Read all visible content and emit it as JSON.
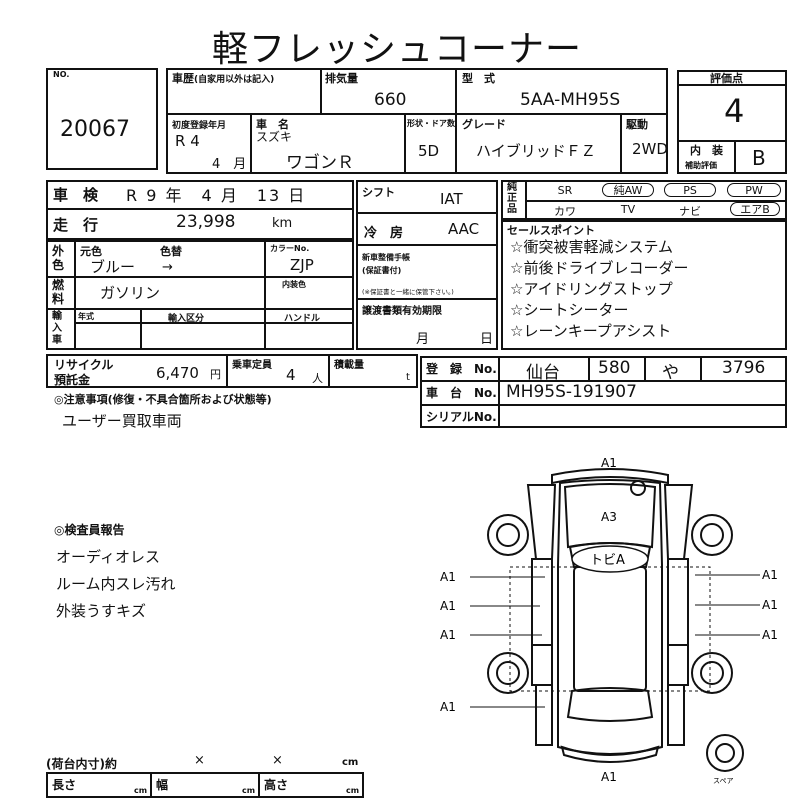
{
  "title": "軽フレッシュコーナー",
  "lot": {
    "label": "NO.",
    "number": "20067"
  },
  "history": {
    "label": "車歴",
    "sub": "(自家用以外は記入)"
  },
  "displacement": {
    "label": "排気量",
    "value": "660"
  },
  "model": {
    "label": "型　式",
    "value": "5AA-MH95S"
  },
  "rating": {
    "label": "評価点",
    "value": "4",
    "interior_label": "内　装",
    "interior_sub": "補助評価",
    "interior_value": "B"
  },
  "first_reg": {
    "label": "初度登録年月",
    "year": "R 4",
    "month": "4",
    "month_unit": "月"
  },
  "car_name": {
    "label": "車　名",
    "maker": "スズキ",
    "name": "ワゴンＲ"
  },
  "doors": {
    "label": "形状・ドア数",
    "value": "5D"
  },
  "grade": {
    "label": "グレード",
    "value": "ハイブリッドＦＺ"
  },
  "drive": {
    "label": "駆動",
    "value": "2WD"
  },
  "inspection": {
    "label": "車　検",
    "era": "R",
    "year": "9",
    "year_unit": "年",
    "month": "4",
    "month_unit": "月",
    "day": "13",
    "day_unit": "日"
  },
  "mileage": {
    "label": "走　行",
    "value": "23,998",
    "unit": "km"
  },
  "color": {
    "side_label": "外色",
    "orig_label": "元色",
    "change_label": "色替",
    "orig_value": "ブルー",
    "arrow": "→",
    "code_label": "カラーNo.",
    "code_value": "ZJP",
    "interior_label": "内装色"
  },
  "fuel": {
    "side_label": "燃料",
    "value": "ガソリン"
  },
  "import": {
    "side_label": "輸入車",
    "year_label": "年式",
    "type_label": "輸入区分",
    "handle_label": "ハンドル"
  },
  "shift": {
    "label": "シフト",
    "value": "IAT"
  },
  "ac": {
    "label": "冷　房",
    "value": "AAC"
  },
  "manual": {
    "label": "新車整備手帳",
    "sub": "(保証書付)",
    "note": "(※保証書と一緒に保管下さい。)"
  },
  "transfer": {
    "label": "譲渡書類有効期限",
    "month_unit": "月",
    "day_unit": "日"
  },
  "equipment": {
    "side_label": "純正品",
    "row1": [
      "SR",
      "純AW",
      "PS",
      "PW"
    ],
    "row2": [
      "カワ",
      "TV",
      "ナビ",
      "エアB"
    ]
  },
  "sales_points": {
    "label": "セールスポイント",
    "items": [
      "☆衝突被害軽減システム",
      "☆前後ドライブレコーダー",
      "☆アイドリングストップ",
      "☆シートシーター",
      "☆レーンキープアシスト"
    ]
  },
  "recycle": {
    "label1": "リサイクル",
    "label2": "預託金",
    "value": "6,470",
    "unit": "円"
  },
  "capacity": {
    "label": "乗車定員",
    "value": "4",
    "unit": "人"
  },
  "load": {
    "label": "積載量",
    "unit": "t"
  },
  "registration": {
    "label": "登　録　No.",
    "place": "仙台",
    "class": "580",
    "kana": "や",
    "number": "3796"
  },
  "chassis": {
    "label": "車　台　No.",
    "value": "MH95S-191907"
  },
  "serial": {
    "label": "シリアルNo."
  },
  "caution": {
    "label": "◎注意事項(修復・不具合箇所および状態等)",
    "text": "ユーザー買取車両"
  },
  "inspector": {
    "label": "◎検査員報告",
    "items": [
      "オーディオレス",
      "ルーム内スレ汚れ",
      "外装うすキズ"
    ]
  },
  "diagram": {
    "marks": {
      "front": "A1",
      "hood": "A3",
      "roof": "トビA",
      "left1": "A1",
      "left2": "A1",
      "left3": "A1",
      "left4": "A1",
      "right1": "A1",
      "right2": "A1",
      "right3": "A1",
      "rear": "A1"
    },
    "spare": "スペア"
  },
  "cargo": {
    "label": "(荷台内寸)約",
    "times1": "×",
    "times2": "×",
    "unit": "cm",
    "length_label": "長さ",
    "width_label": "幅",
    "height_label": "高さ",
    "cm": "cm"
  }
}
